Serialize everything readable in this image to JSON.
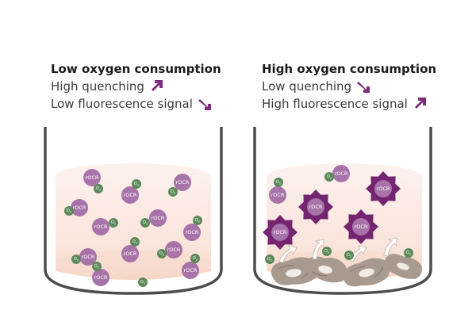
{
  "left_panel": {
    "heading": "Low oxygen consumption",
    "line1": "High quenching",
    "line1_arrow": "up-right-arrow",
    "line2": "Low fluorescence signal",
    "line2_arrow": "down-right-arrow"
  },
  "right_panel": {
    "heading": "High oxygen consumption",
    "line1": "Low quenching",
    "line1_arrow": "down-right-arrow",
    "line2": "High fluorescence signal",
    "line2_arrow": "up-right-arrow"
  },
  "labels": {
    "probe": "rOCR",
    "oxygen": "O",
    "oxygen_sub": "2"
  },
  "colors": {
    "arrow": "#7b2d79",
    "probe": "#a873a8",
    "probe_star": "#74256f",
    "oxygen": "#5c8a5a",
    "cell": "#a99a8f",
    "well_wall": "#4d4d4d",
    "medium": "#fdeee9",
    "medium_bottom": "#f8dccf"
  }
}
